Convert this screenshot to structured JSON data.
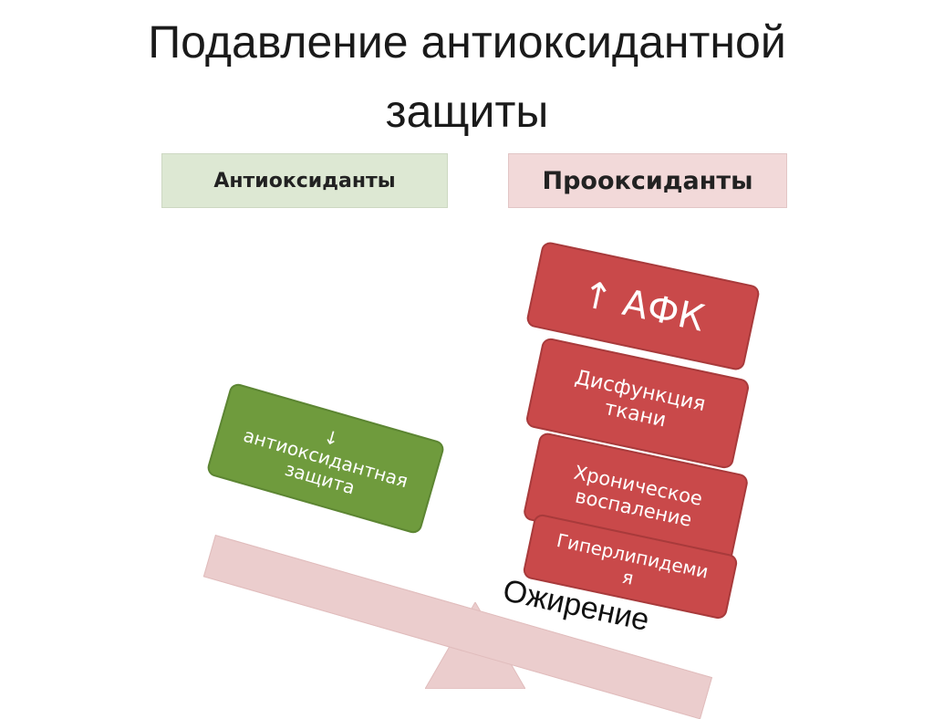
{
  "title": {
    "line1": "Подавление антиоксидантной",
    "line2": "защиты"
  },
  "labels": {
    "antioxidants": "Антиоксиданты",
    "prooxidants": "Прооксиданты"
  },
  "left_side": {
    "arrow": "↓",
    "line1": "антиоксидантная",
    "line2": "защита"
  },
  "right_side": {
    "afk": "↑ АФК",
    "dysfunction_line1": "Дисфункция",
    "dysfunction_line2": "ткани",
    "chronic_line1": "Хроническое",
    "chronic_line2": "воспаление",
    "hyper_line1": "Гиперлипидеми",
    "hyper_line2": "я"
  },
  "beam_label": "Ожирение",
  "colors": {
    "green": "#6f9b3d",
    "red": "#c9494a",
    "beam": "#ebcdcd",
    "label_green_bg": "#dde8d3",
    "label_red_bg": "#f2d9d9"
  }
}
